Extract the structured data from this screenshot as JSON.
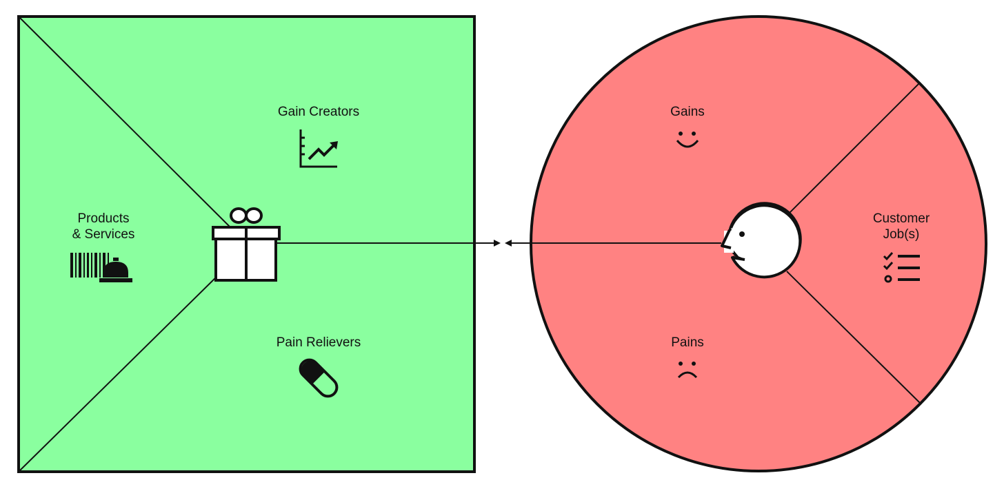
{
  "colors": {
    "value_map_fill": "#8AFF9F",
    "customer_profile_fill": "#FF8282",
    "stroke": "#111111",
    "face_fill": "#FFFFFF"
  },
  "value_map": {
    "gain_creators": {
      "label": "Gain Creators",
      "icon": "trending-up-chart-icon"
    },
    "products_services": {
      "line1": "Products",
      "line2": "& Services",
      "icon": "barcode-and-cloche-icon"
    },
    "pain_relievers": {
      "label": "Pain Relievers",
      "icon": "pill-capsule-icon"
    },
    "center_icon": "gift-box-icon"
  },
  "customer_profile": {
    "gains": {
      "label": "Gains",
      "icon": "smiley-face-icon"
    },
    "customer_jobs": {
      "line1": "Customer",
      "line2": "Job(s)",
      "icon": "checklist-icon"
    },
    "pains": {
      "label": "Pains",
      "icon": "sad-face-icon"
    },
    "center_icon": "customer-head-icon"
  }
}
